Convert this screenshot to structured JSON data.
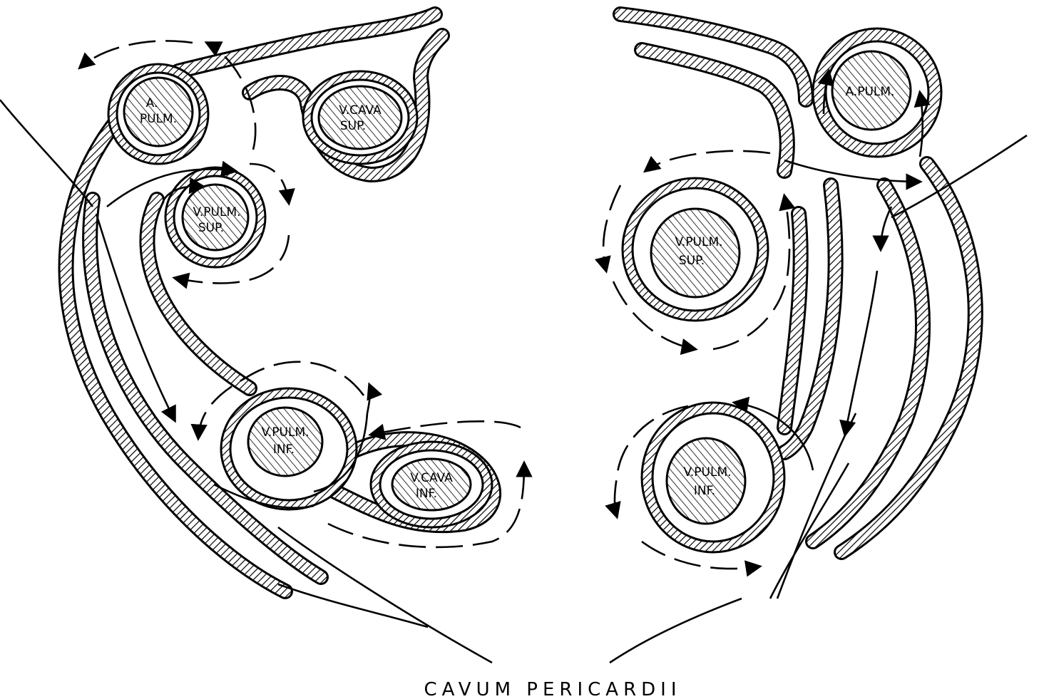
{
  "left": {
    "a_pulm": [
      "A.",
      "PULM."
    ],
    "v_cava_sup": [
      "V.CAVA",
      "SUP."
    ],
    "v_pulm_sup": [
      "V.PULM.",
      "SUP."
    ],
    "v_pulm_inf": [
      "V.PULM.",
      "INF."
    ],
    "v_cava_inf": [
      "V.CAVA",
      "INF."
    ]
  },
  "right": {
    "a_pulm": [
      "A.PULM."
    ],
    "v_pulm_sup": [
      "V.PULM.",
      "SUP."
    ],
    "v_pulm_inf": [
      "V.PULM.",
      "INF."
    ]
  },
  "caption": "CAVUM PERICARDII"
}
